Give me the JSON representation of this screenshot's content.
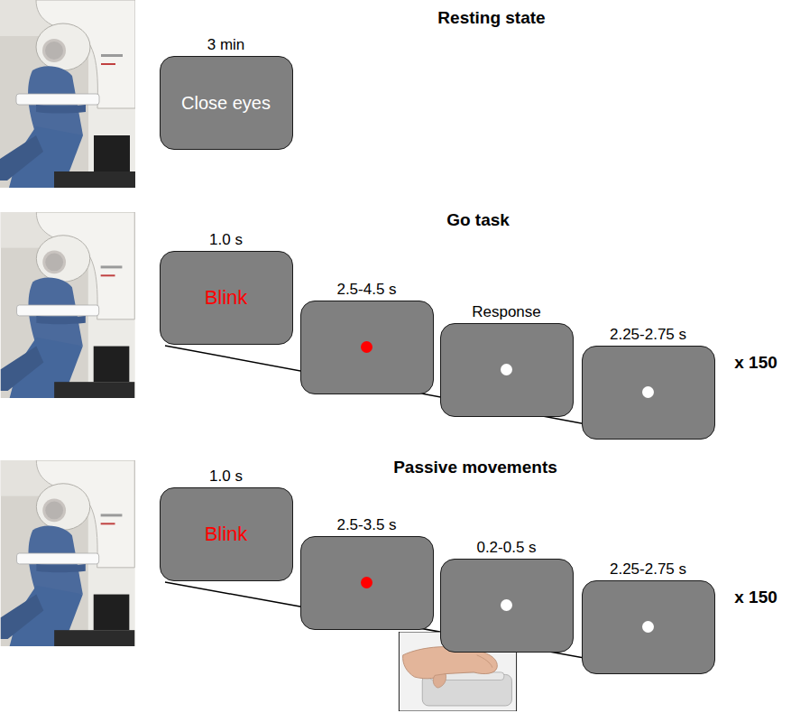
{
  "diagram": {
    "nodes": [
      {
        "text": [
          "3 min",
          "Close eyes"
        ]
      },
      {
        "text": [
          "1.0 s",
          "Blink"
        ]
      },
      {
        "text": [
          "2.5-4.5 s"
        ]
      },
      {
        "text": [
          "Response"
        ]
      },
      {
        "text": [
          "2.25-2.75 s"
        ]
      },
      {
        "text": [
          "1.0 s",
          "Blink"
        ]
      },
      {
        "text": [
          "2.5-3.5 s"
        ]
      },
      {
        "text": [
          "0.2-0.5 s"
        ]
      },
      {
        "text": [
          "2.25-2.75 s"
        ]
      }
    ],
    "labels": [
      "Resting state",
      "Go task",
      "x 150",
      "Passive movements",
      "x 150"
    ]
  }
}
